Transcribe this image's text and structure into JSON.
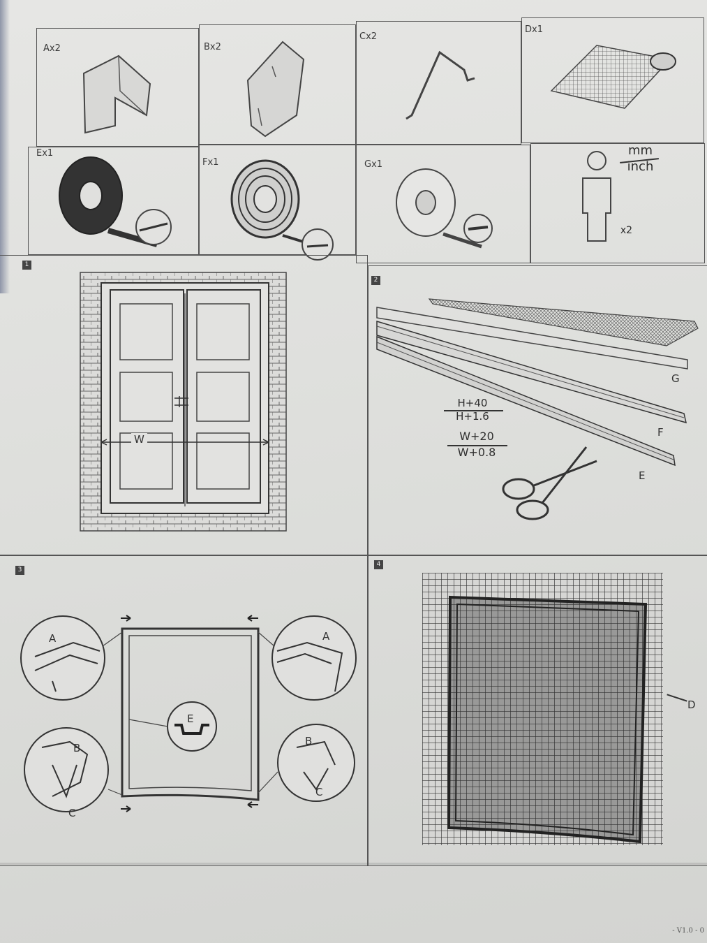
{
  "parts": [
    {
      "id": "A",
      "label": "Ax2"
    },
    {
      "id": "B",
      "label": "Bx2"
    },
    {
      "id": "C",
      "label": "Cx2"
    },
    {
      "id": "D",
      "label": "Dx1"
    },
    {
      "id": "E",
      "label": "Ex1"
    },
    {
      "id": "F",
      "label": "Fx1"
    },
    {
      "id": "G",
      "label": "Gx1"
    }
  ],
  "units": {
    "top": "mm",
    "bottom": "inch",
    "people": "x2"
  },
  "steps": [
    {
      "number": "1",
      "width_label": "W"
    },
    {
      "number": "2",
      "height_top": "H+40",
      "height_bottom": "H+1.6",
      "width_top": "W+20",
      "width_bottom": "W+0.8",
      "strip_labels": [
        "G",
        "F",
        "E"
      ]
    },
    {
      "number": "3",
      "callouts": [
        "A",
        "A",
        "E",
        "B",
        "C",
        "B",
        "C"
      ]
    },
    {
      "number": "4",
      "mesh_label": "D"
    }
  ],
  "footer": {
    "code": "- V1.0 - 0"
  },
  "colors": {
    "paper": "#e2e2df",
    "ink": "#2b2b2b",
    "lines": "#555555"
  }
}
